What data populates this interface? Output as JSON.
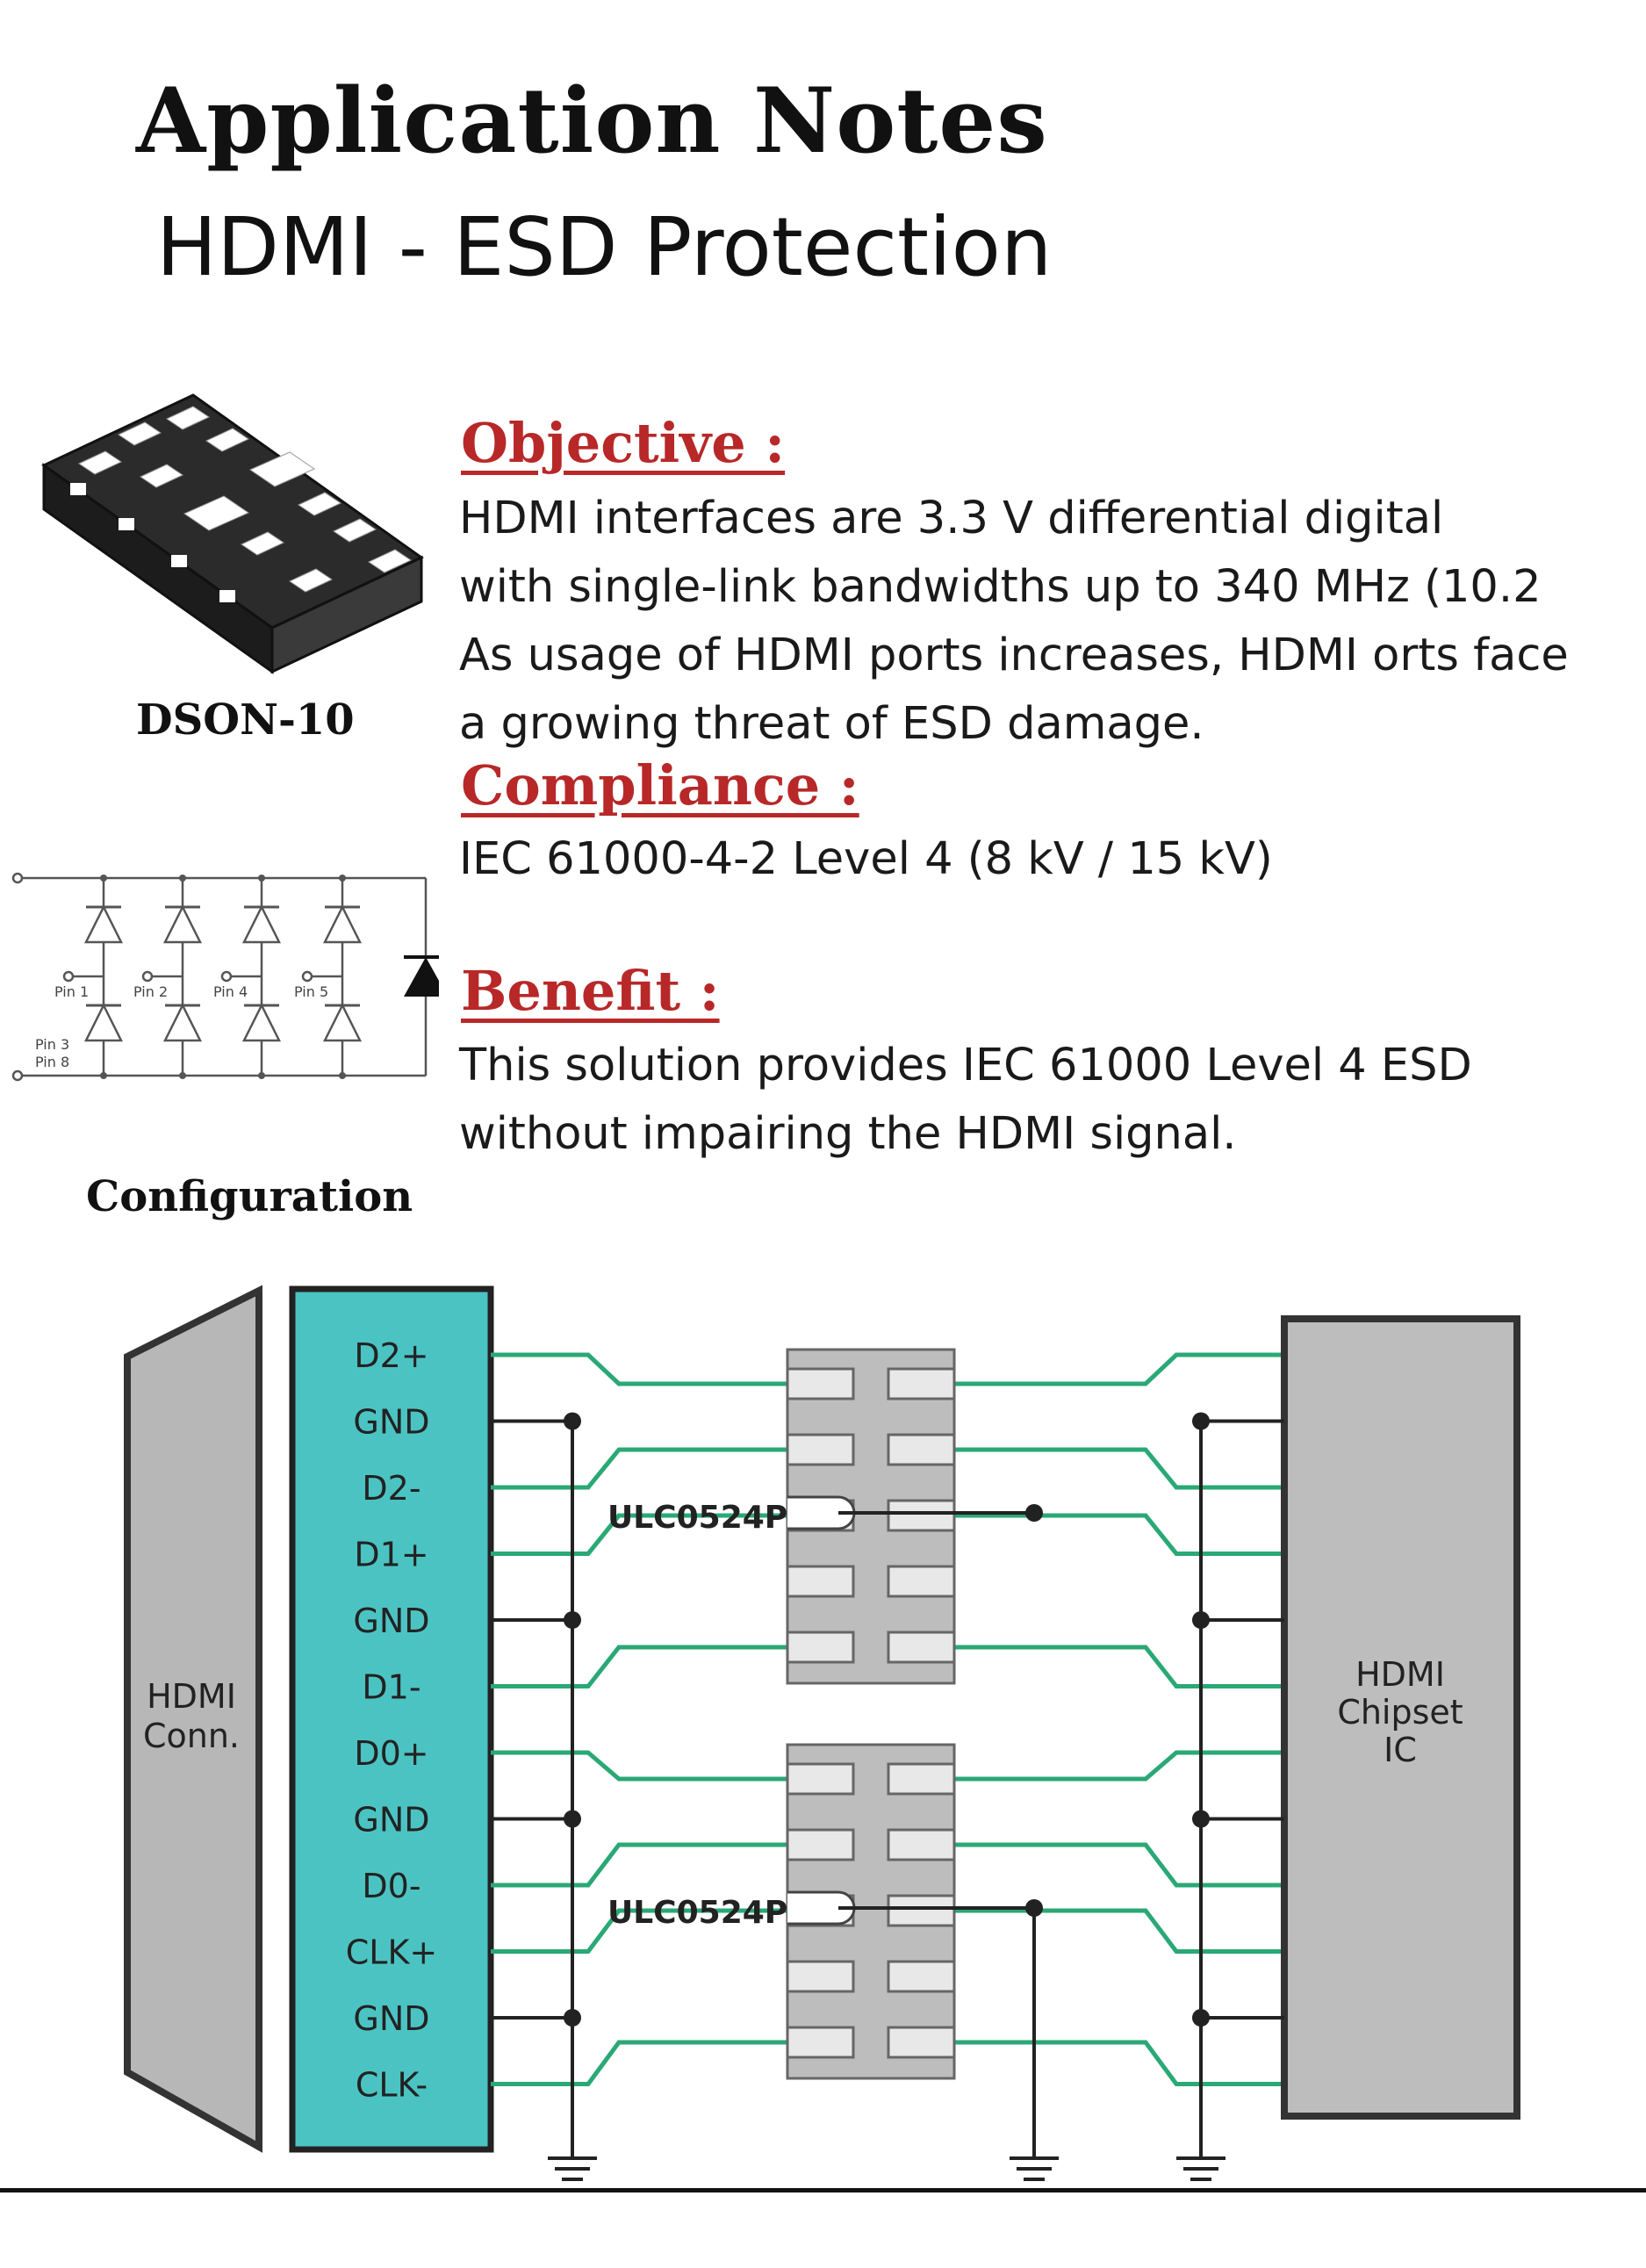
{
  "title": "Application Notes",
  "subtitle": "HDMI - ESD Protection",
  "package_label": "DSON-10",
  "objective": {
    "heading": "Objective :",
    "lines": [
      "HDMI interfaces are 3.3 V differential digital",
      "with single-link bandwidths up to 340 MHz (10.2",
      "As usage of HDMI ports increases, HDMI orts face",
      "a growing threat of ESD damage."
    ]
  },
  "compliance": {
    "heading": "Compliance :",
    "lines": [
      "IEC 61000-4-2 Level 4 (8 kV / 15 kV)"
    ]
  },
  "benefit": {
    "heading": "Benefit :",
    "lines": [
      "This solution provides IEC 61000 Level 4 ESD",
      "without impairing the HDMI signal."
    ]
  },
  "schematic": {
    "pin_labels": [
      "Pin 1",
      "Pin 2",
      "Pin 4",
      "Pin 5"
    ],
    "ground_pins": [
      "Pin 3",
      "Pin 8"
    ]
  },
  "configuration_label": "Configuration",
  "config_diagram": {
    "connector_label": [
      "HDMI",
      "Conn."
    ],
    "chipset_label": [
      "HDMI",
      "Chipset",
      "IC"
    ],
    "pins": [
      "D2+",
      "GND",
      "D2-",
      "D1+",
      "GND",
      "D1-",
      "D0+",
      "GND",
      "D0-",
      "CLK+",
      "GND",
      "CLK-"
    ],
    "device_labels": [
      "ULC0524P",
      "ULC0524P"
    ],
    "colors": {
      "pin_block": "#4cc3c3",
      "signal_trace": "#2aa876",
      "device_body": "#bdbdbd",
      "heading_red": "#b82828"
    }
  }
}
